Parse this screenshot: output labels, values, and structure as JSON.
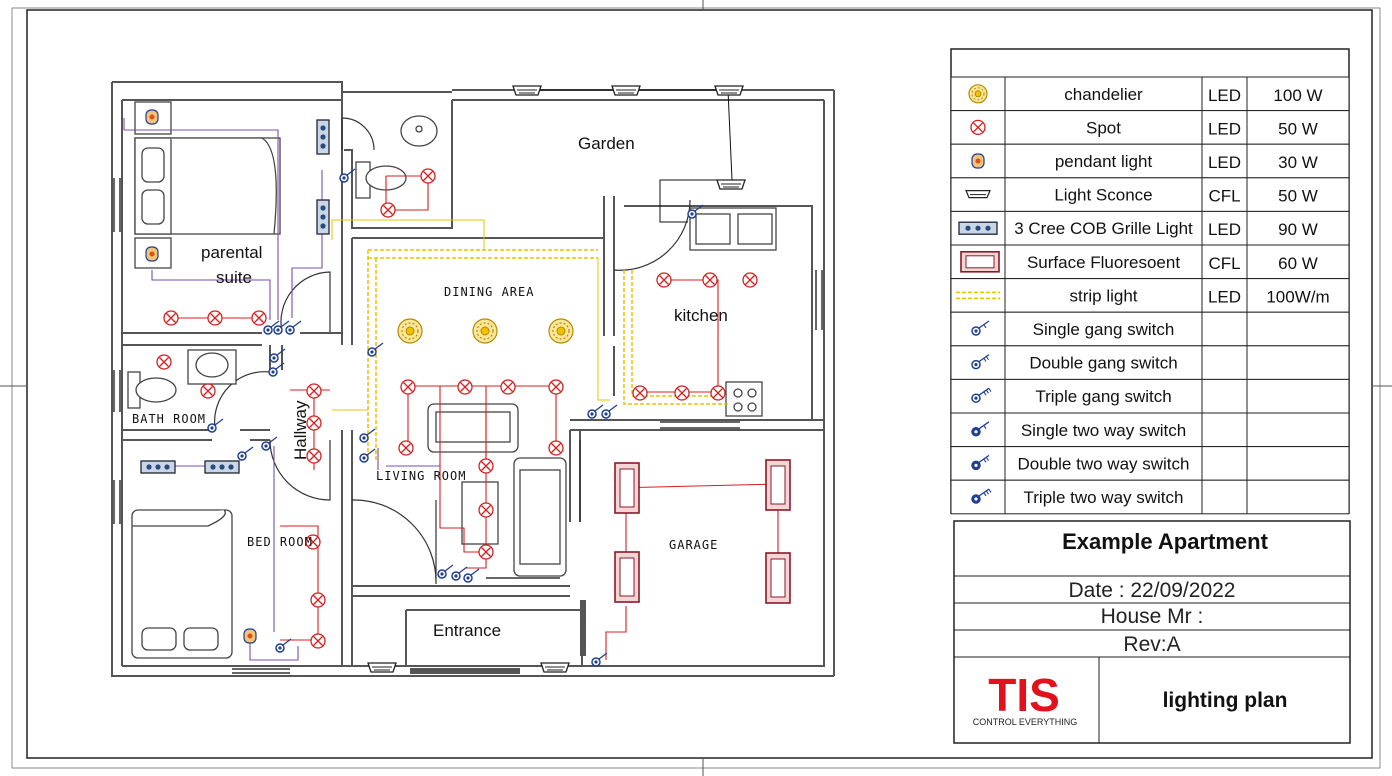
{
  "rooms": {
    "garden": "Garden",
    "parental_suite_1": "parental",
    "parental_suite_2": "suite",
    "dining_area": "DINING AREA",
    "kitchen": "kitchen",
    "bath_room": "BATH ROOM",
    "hallway": "Hallway",
    "living_room": "LIVING ROOM",
    "bed_room": "BED ROOM",
    "garage": "GARAGE",
    "entrance": "Entrance"
  },
  "legend": [
    {
      "icon": "chandelier-icon",
      "name": "chandelier",
      "type": "LED",
      "power": "100 W"
    },
    {
      "icon": "spot-light-icon",
      "name": "Spot",
      "type": "LED",
      "power": "50 W"
    },
    {
      "icon": "pendant-light-icon",
      "name": "pendant light",
      "type": "LED",
      "power": "30 W"
    },
    {
      "icon": "light-sconce-icon",
      "name": "Light Sconce",
      "type": "CFL",
      "power": "50 W"
    },
    {
      "icon": "cob-grille-light-icon",
      "name": "3 Cree COB Grille Light",
      "type": "LED",
      "power": "90 W"
    },
    {
      "icon": "surface-fluorescent-icon",
      "name": "Surface Fluoresoent",
      "type": "CFL",
      "power": "60 W"
    },
    {
      "icon": "strip-light-icon",
      "name": "strip light",
      "type": "LED",
      "power": "100W/m"
    },
    {
      "icon": "single-gang-switch-icon",
      "name": "Single gang switch",
      "type": "",
      "power": ""
    },
    {
      "icon": "double-gang-switch-icon",
      "name": "Double gang switch",
      "type": "",
      "power": ""
    },
    {
      "icon": "triple-gang-switch-icon",
      "name": "Triple gang switch",
      "type": "",
      "power": ""
    },
    {
      "icon": "single-two-way-switch-icon",
      "name": "Single two way switch",
      "type": "",
      "power": ""
    },
    {
      "icon": "double-two-way-switch-icon",
      "name": "Double two way switch",
      "type": "",
      "power": ""
    },
    {
      "icon": "triple-two-way-switch-icon",
      "name": "Triple two way switch",
      "type": "",
      "power": ""
    }
  ],
  "title_block": {
    "project": "Example Apartment",
    "date": "Date : 22/09/2022",
    "house": "House Mr :",
    "rev": "Rev:A",
    "logo_text": "TIS",
    "logo_tagline": "CONTROL EVERYTHING",
    "drawing": "lighting plan"
  },
  "colors": {
    "wall": "#555555",
    "wiring_red": "#d42020",
    "strip_yellow": "#e8c400",
    "chandelier_gold": "#d9a400",
    "switch_blue": "#1f3f8f",
    "wiring_purple": "#7b4fb0",
    "logo_red": "#e0121b"
  }
}
